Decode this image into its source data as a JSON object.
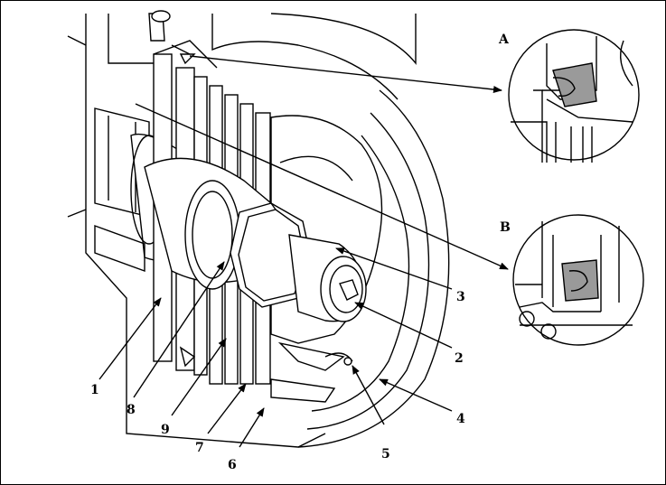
{
  "callouts": {
    "c1": "1",
    "c2": "2",
    "c3": "3",
    "c4": "4",
    "c5": "5",
    "c6": "6",
    "c7": "7",
    "c8": "8",
    "c9": "9"
  },
  "details": {
    "a": "A",
    "b": "B"
  },
  "colors": {
    "line": "#000000",
    "seal_fill": "#9a9a9a",
    "background": "#ffffff"
  }
}
